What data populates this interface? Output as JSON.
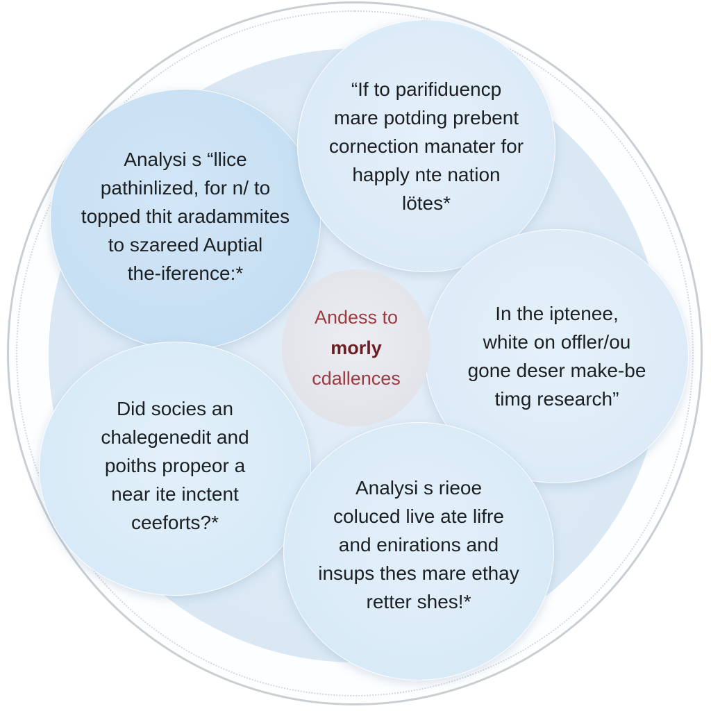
{
  "diagram": {
    "center": {
      "line1": "Andess to",
      "line2": "morly",
      "line3": "cdallences"
    },
    "bubbles": [
      {
        "text": "Analysi s “llice\npathinlized, for n/ to\ntopped thit aradammites\nto szareed Auptial\nthe-iference:*"
      },
      {
        "text": "“If to parifiduencp\nmare potding prebent\ncornection manater for\nhapply nte nation\nlötes*"
      },
      {
        "text": "In the iptenee,\nwhite on offler/ou\ngone deser make-be\ntimg research”"
      },
      {
        "text": "Did socies an\nchalegenedit and\npoiths propeor a\nnear ite inctent\nceeforts?*"
      },
      {
        "text": "Analysi s rieoe\ncoluced live ate lifre\nand enirations and\ninsups thes mare ethay\nretter shes!*"
      }
    ]
  }
}
